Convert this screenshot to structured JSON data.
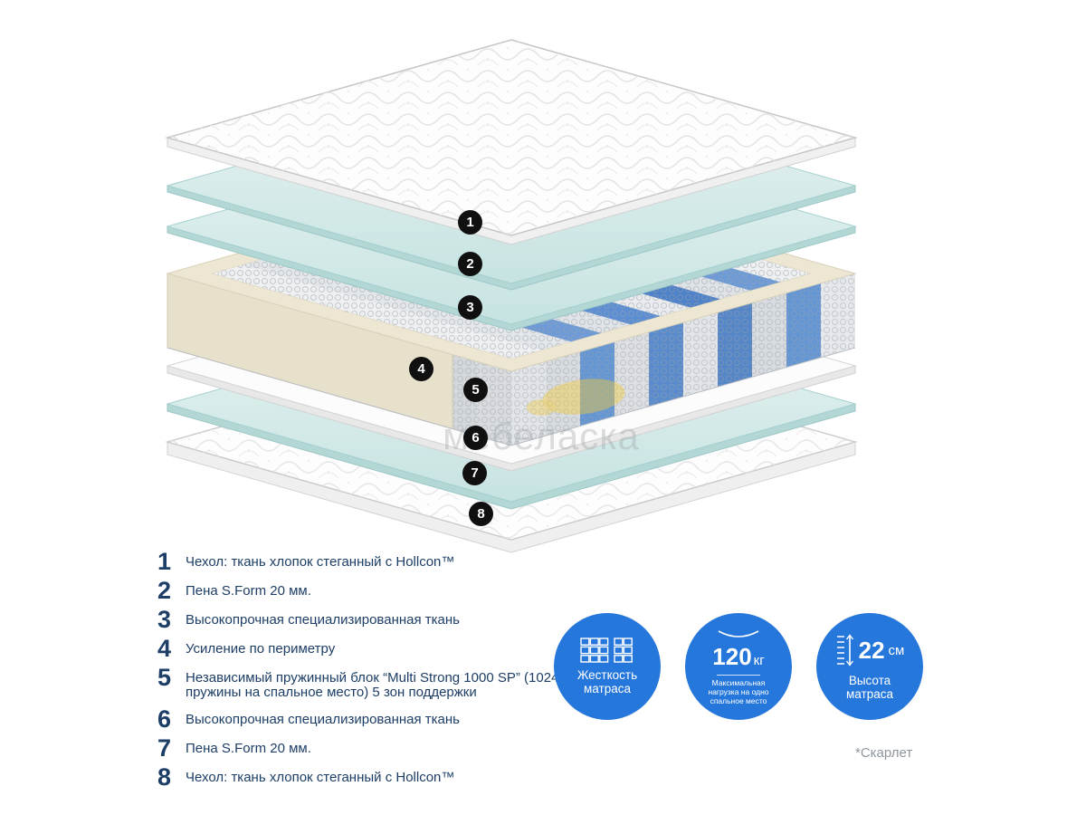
{
  "watermark": {
    "text": "мебеласка"
  },
  "markers": [
    "1",
    "2",
    "3",
    "4",
    "5",
    "6",
    "7",
    "8"
  ],
  "legend": {
    "items": [
      {
        "num": "1",
        "text": "Чехол: ткань хлопок стеганный с Hollcon™"
      },
      {
        "num": "2",
        "text": "Пена S.Form 20 мм."
      },
      {
        "num": "3",
        "text": "Высокопрочная специализированная ткань"
      },
      {
        "num": "4",
        "text": "Усиление по периметру"
      },
      {
        "num": "5",
        "text": "Независимый пружинный блок  “Multi Strong 1000 SP” (1024 пружины на спальное место) 5 зон поддержки"
      },
      {
        "num": "6",
        "text": "Высокопрочная специализированная ткань"
      },
      {
        "num": "7",
        "text": "Пена S.Form 20 мм."
      },
      {
        "num": "8",
        "text": "Чехол: ткань хлопок стеганный с Hollcon™"
      }
    ]
  },
  "badges": {
    "hardness": {
      "label": "Жесткость матраса"
    },
    "load": {
      "value": "120",
      "unit": "кг",
      "label": "Максимальная нагрузка на одно спальное место"
    },
    "height": {
      "value": "22",
      "unit": "см",
      "label": "Высота матраса"
    }
  },
  "footnote": "*Скарлет",
  "colors": {
    "badge_blue": "#2577db",
    "legend_navy": "#1d3e66",
    "spring_blue": "#5b8ed3",
    "foam_beige": "#ece6d2",
    "teal_layer": "#cde7e5"
  }
}
